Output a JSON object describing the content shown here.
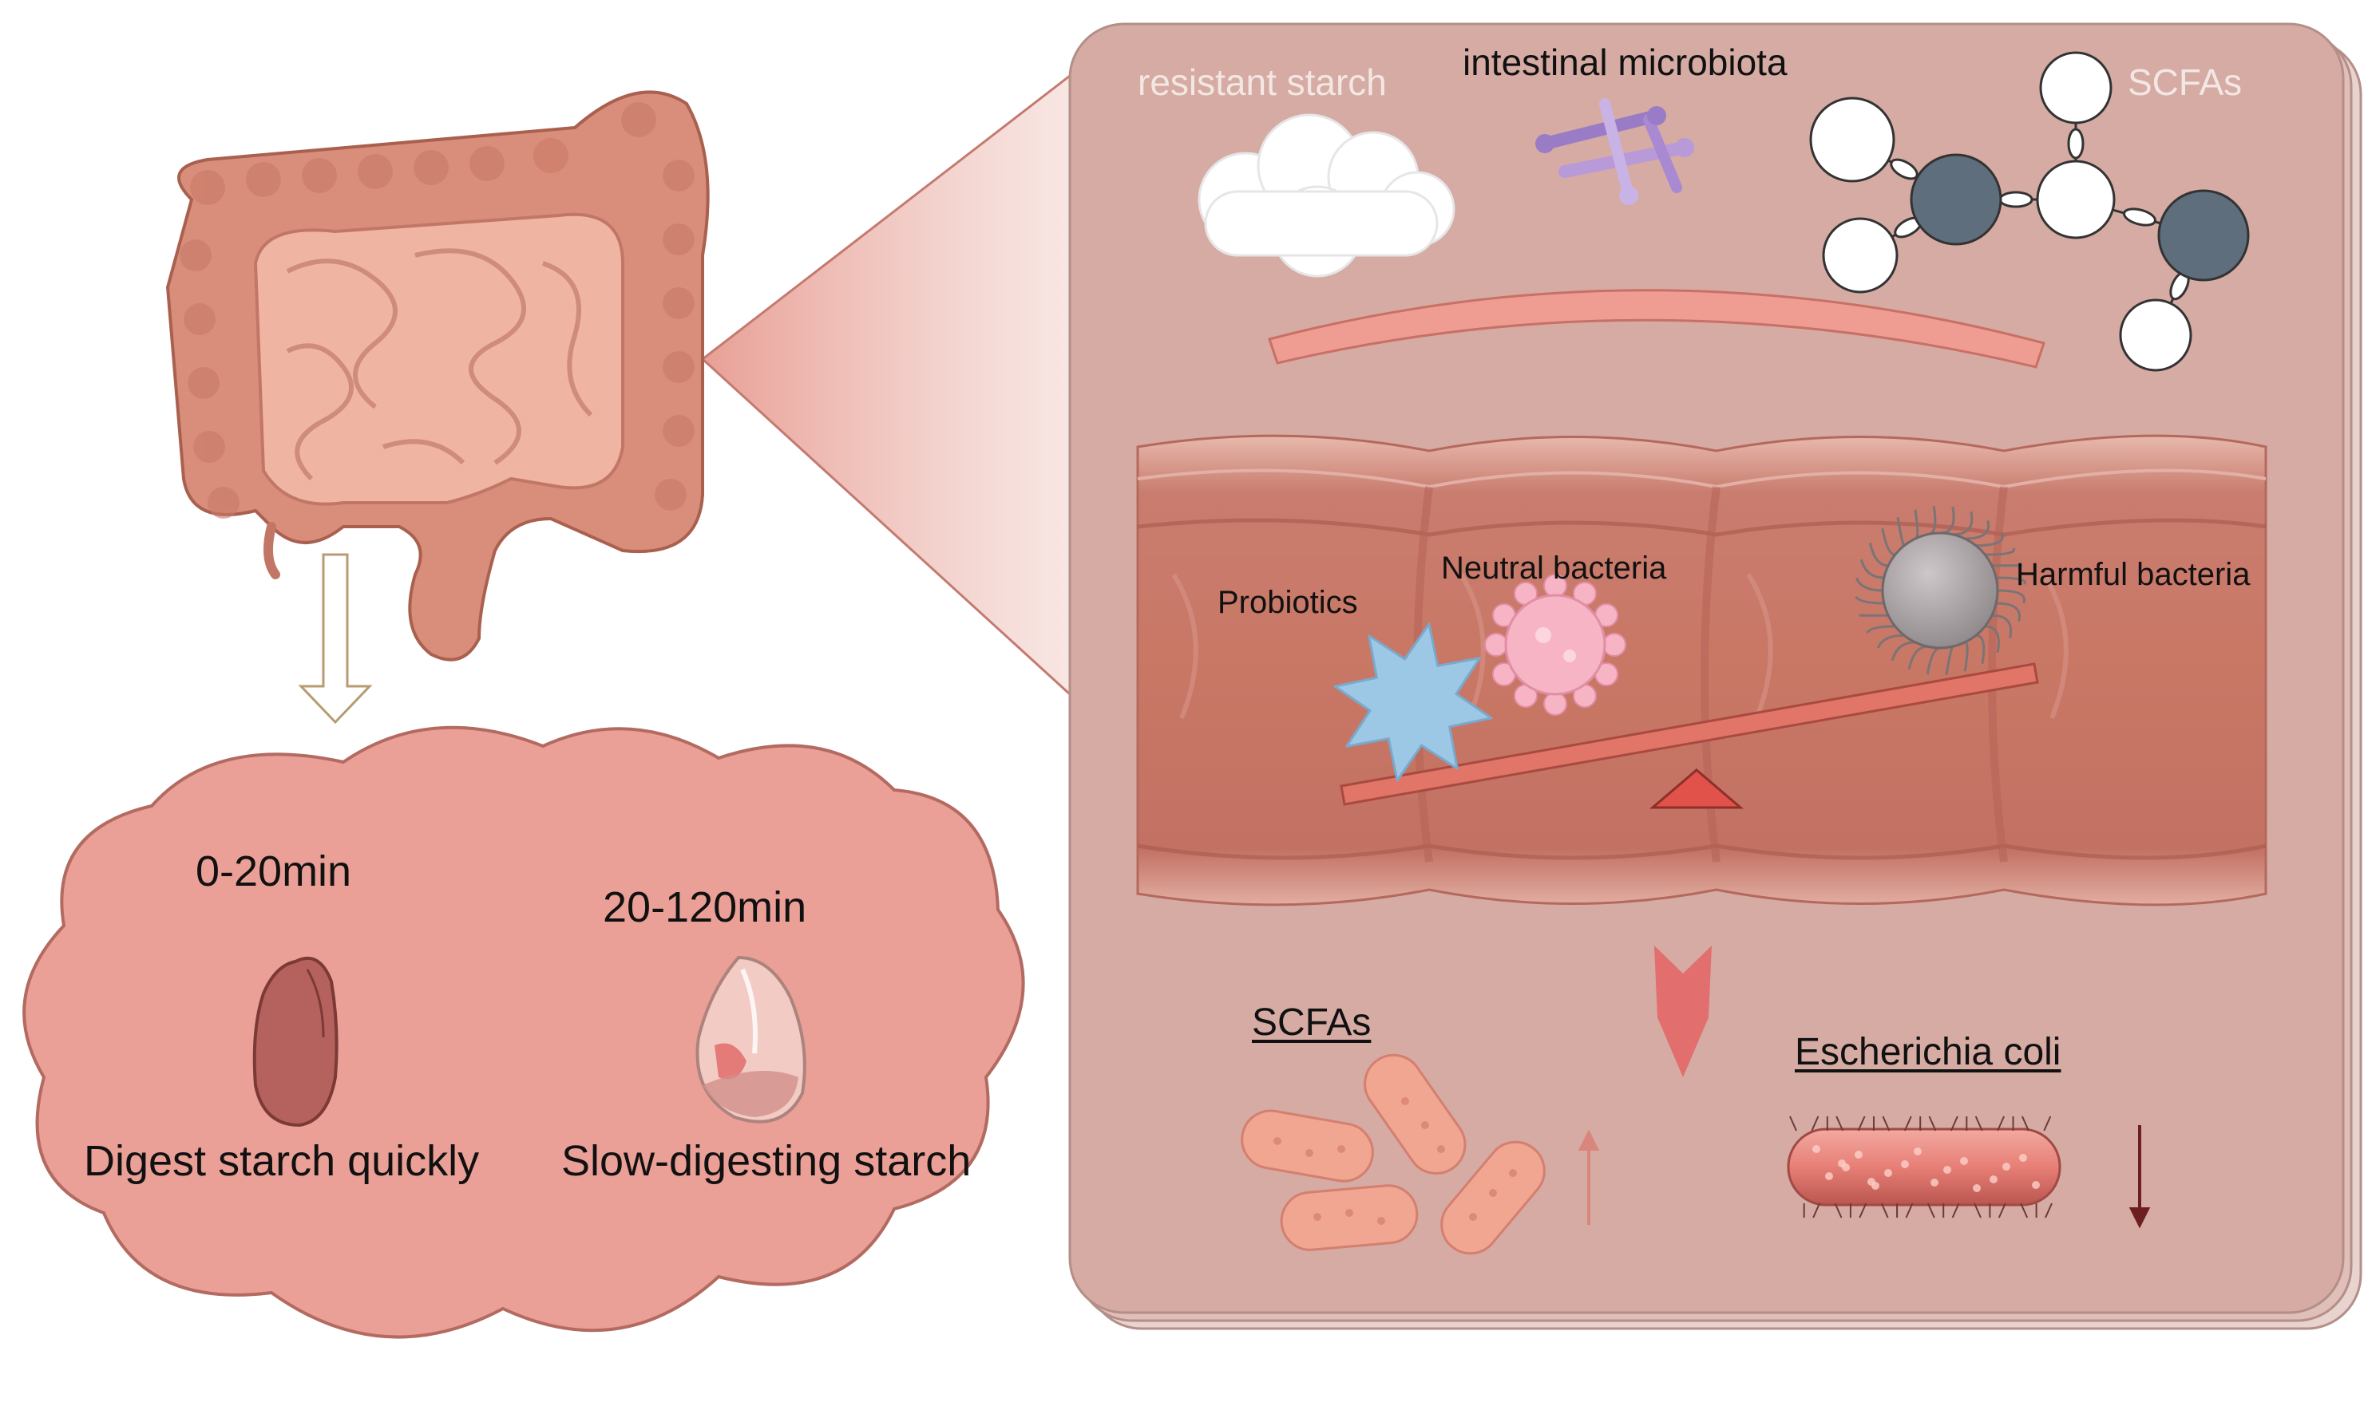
{
  "figure": {
    "colors": {
      "panel_bg": "#d5aba3",
      "cloud_fill": "#eba097",
      "intestine": "#d98e7c",
      "probiotic": "#9cc8e6",
      "neutral": "#f6b4c4",
      "harmful": "#a7a1a3",
      "seesaw": "#e07568",
      "molecule_dark": "#5f6e7c"
    },
    "panel": {
      "resistant_starch": "resistant starch",
      "microbiota": "intestinal microbiota",
      "scfas_molecule": "SCFAs",
      "probiotics": "Probiotics",
      "neutral_bacteria": "Neutral bacteria",
      "harmful_bacteria": "Harmful bacteria",
      "scfas_result": "SCFAs",
      "ecoli": "Escherichia coli",
      "scfas_trend": "up-arrow",
      "ecoli_trend": "down-arrow"
    },
    "digestion": {
      "fast_time": "0-20min",
      "slow_time": "20-120min",
      "fast_label": "Digest starch quickly",
      "slow_label": "Slow-digesting starch"
    },
    "icons": [
      "intestine-icon",
      "cloud-icon",
      "microbiota-icon",
      "molecule-icon",
      "bacteria-icon",
      "starch-granule-icon"
    ]
  }
}
